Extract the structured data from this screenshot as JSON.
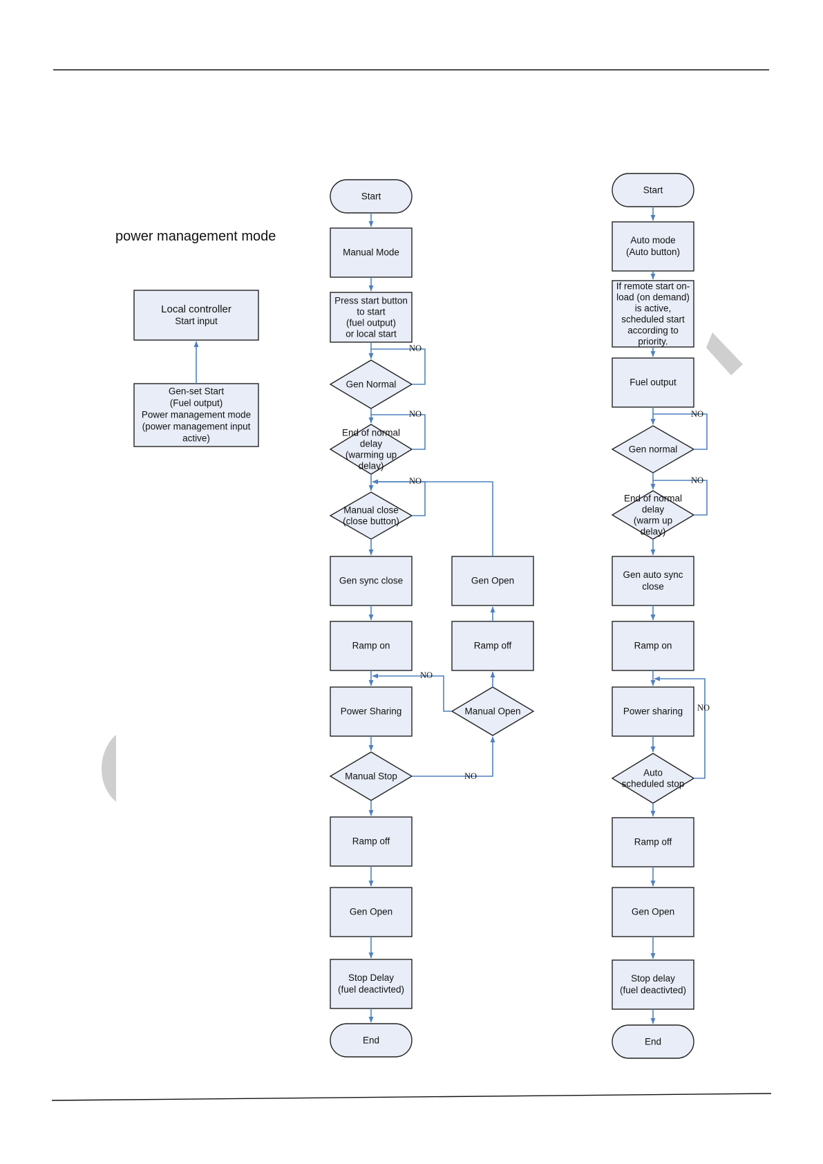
{
  "page": {
    "heading": "power management mode",
    "accent_color": "#4f81bd",
    "fill_color": "#e8edf7"
  },
  "left_chart": {
    "local_controller": [
      "Local controller",
      "Start input"
    ],
    "gen_set_start": [
      "Gen-set Start",
      "(Fuel output)",
      "Power management mode",
      "(power management input",
      "active)"
    ]
  },
  "manual_chart": {
    "start": [
      "Start"
    ],
    "manual_mode": [
      "Manual Mode"
    ],
    "press_start": [
      "Press start button",
      "to start",
      "(fuel output)",
      "or local start"
    ],
    "gen_normal": [
      "Gen Normal"
    ],
    "end_normal": [
      "End of normal",
      "delay",
      "(warming up",
      "delay)"
    ],
    "manual_close": [
      "Manual close",
      "(close button)"
    ],
    "gen_sync_close": [
      "Gen sync close"
    ],
    "ramp_on": [
      "Ramp on"
    ],
    "power_sharing": [
      "Power Sharing"
    ],
    "manual_stop": [
      "Manual Stop"
    ],
    "ramp_off": [
      "Ramp off"
    ],
    "gen_open": [
      "Gen Open"
    ],
    "stop_delay": [
      "Stop Delay",
      "(fuel deactivted)"
    ],
    "end": [
      "End"
    ],
    "manual_open": [
      "Manual Open"
    ],
    "ramp_off_2": [
      "Ramp off"
    ],
    "gen_open_2": [
      "Gen Open"
    ],
    "no_label": "NO"
  },
  "auto_chart": {
    "start": [
      "Start"
    ],
    "auto_mode": [
      "Auto mode",
      "(Auto button)"
    ],
    "remote_start": [
      "If remote start on-",
      "load (on demand)",
      "is active,",
      "scheduled start",
      "according to",
      "priority."
    ],
    "fuel_output": [
      "Fuel output"
    ],
    "gen_normal": [
      "Gen normal"
    ],
    "end_normal": [
      "End of normal",
      "delay",
      "(warm up",
      "delay)"
    ],
    "auto_sync_close": [
      "Gen auto sync",
      "close"
    ],
    "ramp_on": [
      "Ramp on"
    ],
    "power_sharing": [
      "Power sharing"
    ],
    "scheduled_stop": [
      "Auto",
      "scheduled stop"
    ],
    "ramp_off": [
      "Ramp off"
    ],
    "gen_open": [
      "Gen Open"
    ],
    "stop_delay": [
      "Stop delay",
      "(fuel deactivted)"
    ],
    "end": [
      "End"
    ],
    "no_label": "NO"
  }
}
